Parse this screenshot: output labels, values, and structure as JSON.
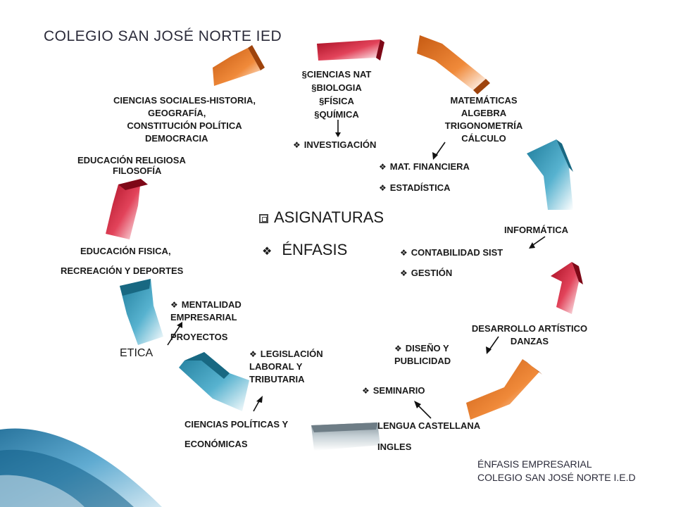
{
  "header": {
    "title": "COLEGIO SAN JOSÉ NORTE  IED"
  },
  "center": {
    "asignaturas": "ASIGNATURAS",
    "enfasis": "ÉNFASIS"
  },
  "subjects": {
    "ciencias_nat": [
      "§CIENCIAS NAT",
      "§BIOLOGIA",
      "§FÍSICA",
      "§QUÍMICA"
    ],
    "matematicas": [
      "MATEMÁTICAS",
      "ALGEBRA",
      "TRIGONOMETRÍA",
      "CÁLCULO"
    ],
    "sociales": [
      "CIENCIAS SOCIALES-HISTORIA,",
      "GEOGRAFÍA,",
      "CONSTITUCIÓN POLÍTICA",
      "DEMOCRACIA"
    ],
    "religiosa": [
      "EDUCACIÓN RELIGIOSA",
      "FILOSOFÍA"
    ],
    "informatica": "INFORMÁTICA",
    "fisica": [
      "EDUCACIÓN FISICA,",
      "RECREACIÓN Y DEPORTES"
    ],
    "artistico": [
      "DESARROLLO ARTÍSTICO",
      "DANZAS"
    ],
    "etica": "ETICA",
    "politicas": [
      "CIENCIAS POLÍTICAS Y",
      "ECONÓMICAS"
    ],
    "lengua": [
      "LENGUA CASTELLANA",
      "INGLES"
    ]
  },
  "enfasis_items": {
    "investigacion": "INVESTIGACIÓN",
    "mat_financiera": "MAT. FINANCIERA",
    "estadistica": "ESTADÍSTICA",
    "contabilidad": "CONTABILIDAD SIST",
    "gestion": "GESTIÓN",
    "mentalidad": "MENTALIDAD EMPRESARIAL",
    "proyectos": "PROYECTOS",
    "legislacion": "LEGISLACIÓN LABORAL Y TRIBUTARIA",
    "diseno": "DISEÑO Y PUBLICIDAD",
    "seminario": "SEMINARIO"
  },
  "footer": {
    "line1": "ÉNFASIS EMPRESARIAL",
    "line2": "COLEGIO SAN JOSÉ NORTE I.E.D"
  },
  "colors": {
    "red": "#b5122a",
    "orange": "#d2651b",
    "teal": "#2b8aa8",
    "gray": "#8a9aa3",
    "text": "#1a1a1a"
  }
}
